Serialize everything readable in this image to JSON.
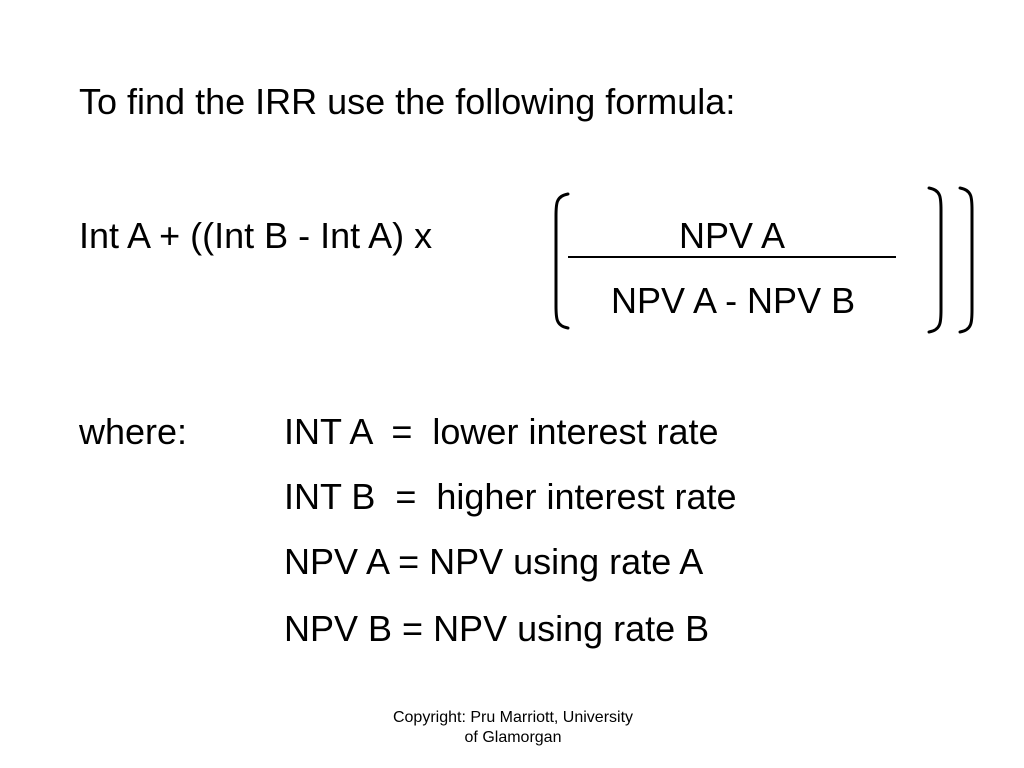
{
  "slide": {
    "intro": "To find the IRR use the following formula:",
    "formula": {
      "prefix": "Int A + ((Int B - Int A) x",
      "numerator": "NPV A",
      "denominator": "NPV A - NPV B"
    },
    "where_label": "where:",
    "definitions": [
      {
        "text": "INT A  =  lower interest rate"
      },
      {
        "text": "INT B  =  higher interest rate"
      },
      {
        "text": "NPV A = NPV using rate A"
      },
      {
        "text": "NPV B = NPV using rate B"
      }
    ],
    "copyright": "Copyright:  Pru Marriott, University\nof Glamorgan"
  }
}
